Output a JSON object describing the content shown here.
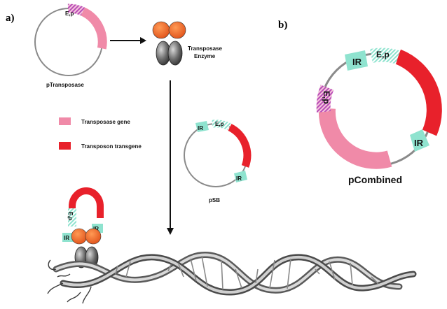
{
  "panels": {
    "a": {
      "label": "a)"
    },
    "b": {
      "label": "b)"
    }
  },
  "ptransposase": {
    "name": "pTransposase",
    "promoter_label": "E,p"
  },
  "enzyme": {
    "label_line1": "Transposase",
    "label_line2": "Enzyme"
  },
  "legend": {
    "items": [
      {
        "label": "Transposase gene",
        "color": "#f08aa8"
      },
      {
        "label": "Transposon transgene",
        "color": "#e8212b"
      }
    ]
  },
  "psb": {
    "name": "pSB",
    "ir_left": "IR",
    "ir_right": "IR",
    "promoter_label": "E,p"
  },
  "complex": {
    "promoter_label": "E,p",
    "ir_left": "IR",
    "ir_right": "IR"
  },
  "pcombined": {
    "name": "pCombined",
    "ir_top": "IR",
    "ir_right": "IR",
    "promoter_top": "E,p",
    "promoter_left": "E,p"
  },
  "colors": {
    "transposase_gene": "#f08aa8",
    "transposon_transgene": "#e8212b",
    "ir_box": "#8fe3cf",
    "promoter_hatch": "#c15ac3",
    "enzyme_head": "#f26b1f",
    "enzyme_body": "#6d6d6d",
    "plasmid_line": "#8a8a8a"
  }
}
